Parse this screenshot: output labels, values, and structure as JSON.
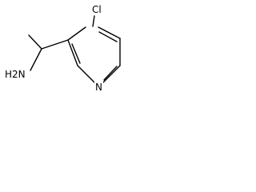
{
  "molecule": {
    "atoms": {
      "chlorine": "Cl",
      "ring_nitrogen": "N",
      "amine": "H2N"
    },
    "colors": {
      "bond": "#000000",
      "label": "#000000",
      "background": "#ffffff"
    }
  }
}
